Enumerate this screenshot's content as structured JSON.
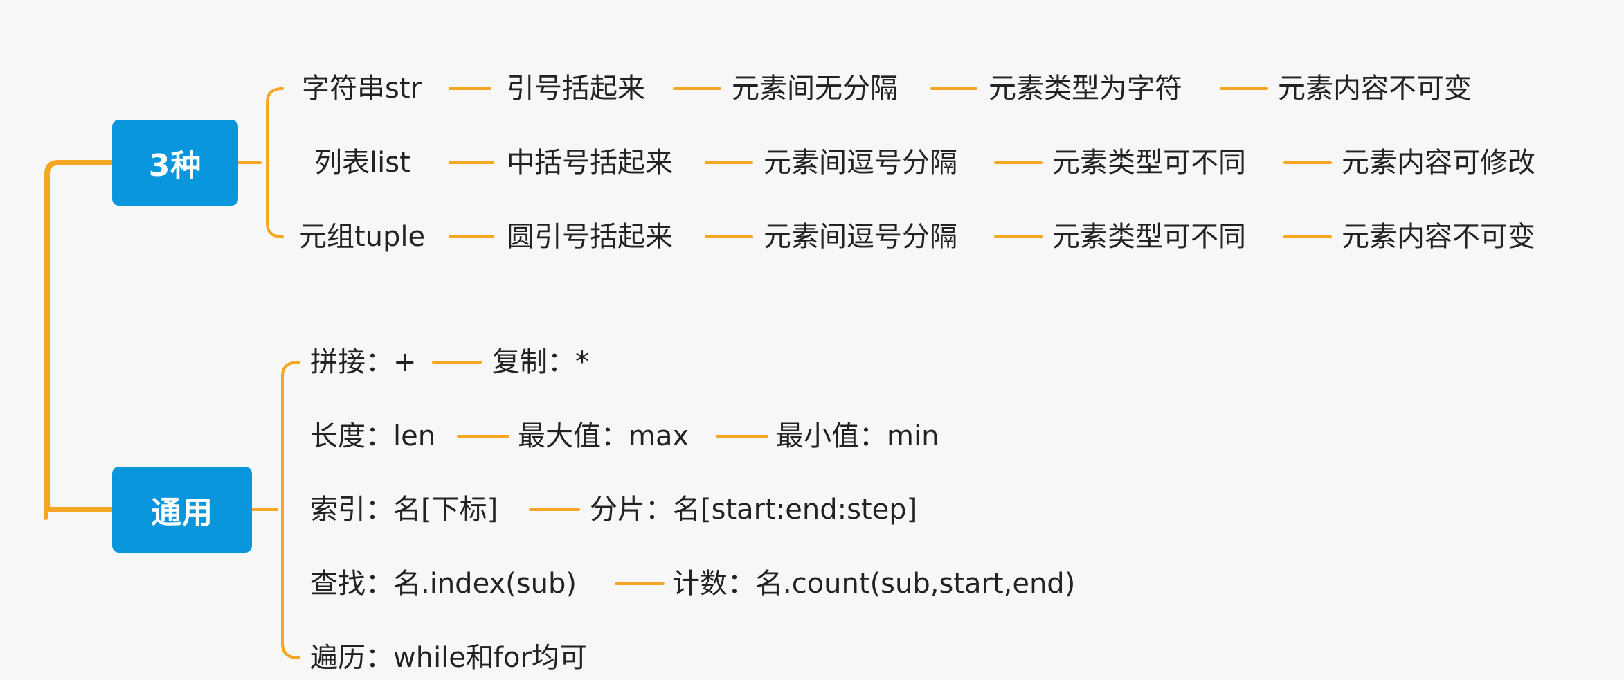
{
  "colors": {
    "background": "#f7f7f7",
    "node_fill": "#0a96dd",
    "node_text": "#ffffff",
    "connector": "#f5a623",
    "leaf_text": "#222222"
  },
  "root_nodes": {
    "three_kinds": "3种",
    "common": "通用"
  },
  "three_kinds_rows": [
    [
      "字符串str",
      "引号括起来",
      "元素间无分隔",
      "元素类型为字符",
      "元素内容不可变"
    ],
    [
      "列表list",
      "中括号括起来",
      "元素间逗号分隔",
      "元素类型可不同",
      "元素内容可修改"
    ],
    [
      "元组tuple",
      "圆引号括起来",
      "元素间逗号分隔",
      "元素类型可不同",
      "元素内容不可变"
    ]
  ],
  "common_rows": [
    [
      "拼接：+",
      "复制：*"
    ],
    [
      "长度：len",
      "最大值：max",
      "最小值：min"
    ],
    [
      "索引：名[下标]",
      "分片：名[start:end:step]"
    ],
    [
      "查找：名.index(sub)",
      "计数：名.count(sub,start,end)"
    ],
    [
      "遍历：while和for均可"
    ]
  ]
}
